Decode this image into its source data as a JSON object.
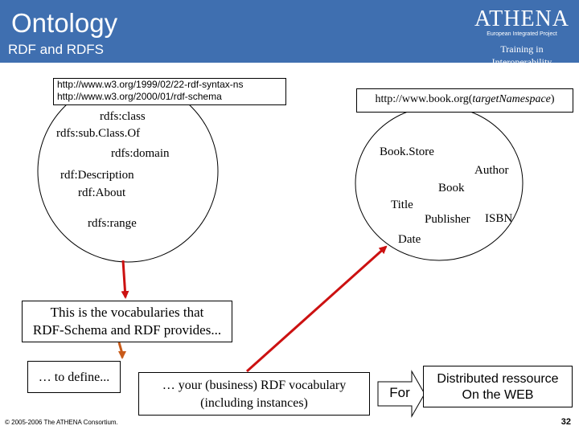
{
  "header": {
    "title": "Ontology",
    "subtitle": "RDF and RDFS",
    "logo": {
      "name": "ATHENA",
      "subline": "European Integrated Project",
      "tagline": "Training in Interoperability"
    }
  },
  "left_namespace": {
    "lines": [
      "http://www.w3.org/1999/02/22-rdf-syntax-ns",
      "http://www.w3.org/2000/01/rdf-schema"
    ]
  },
  "right_namespace": {
    "url": "http://www.book.org(",
    "label": "targetNamespace",
    "close": ")"
  },
  "left_terms": [
    "rdfs:class",
    "rdfs:sub.Class.Of",
    "rdfs:domain",
    "rdf:Description",
    "rdf:About",
    "rdfs:range"
  ],
  "right_terms": [
    "Book.Store",
    "Author",
    "Book",
    "Title",
    "Publisher",
    "ISBN",
    "Date"
  ],
  "vocab_box": {
    "line1": "This is the vocabularies that",
    "line2": "RDF-Schema and RDF provides..."
  },
  "define_box": {
    "text": "… to define..."
  },
  "your_box": {
    "line1": "… your (business) RDF vocabulary",
    "line2": "(including instances)"
  },
  "for_label": "For",
  "dist_box": {
    "line1": "Distributed ressource",
    "line2": "On the WEB"
  },
  "footer": {
    "copyright": "© 2005-2006 The ATHENA Consortium.",
    "page": "32"
  },
  "colors": {
    "header": "#3f6fb0",
    "arrow_red": "#cc1111",
    "arrow_orange": "#c85a19"
  }
}
